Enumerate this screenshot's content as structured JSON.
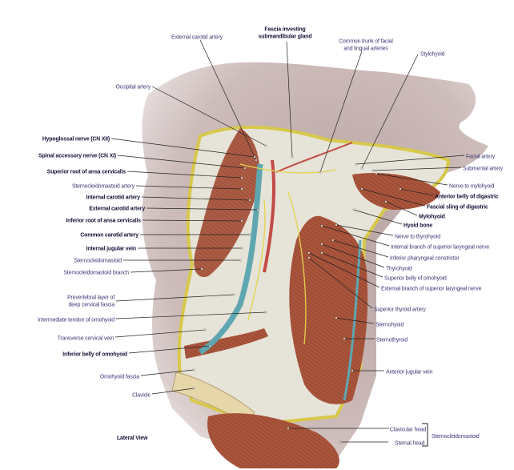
{
  "figure": {
    "view_label": "Lateral View",
    "colors": {
      "skin": "#c9b8b6",
      "muscle": "#a4513a",
      "vein": "#5fa7b0",
      "fascia": "#e8e6dc",
      "fat": "#d9c94a",
      "bold_text": "#15153a",
      "regular_text": "#3b3b78"
    },
    "top": [
      {
        "lines": [
          "External carotid artery"
        ],
        "bold": false
      },
      {
        "lines": [
          "Fascia investing",
          "submandibular gland"
        ],
        "bold": true
      },
      {
        "lines": [
          "Common trunk of facial",
          "and lingual arteries"
        ],
        "bold": false
      },
      {
        "lines": [
          "Stylohyoid"
        ],
        "bold": false
      }
    ],
    "left": [
      {
        "lines": [
          "Occipital artery"
        ],
        "bold": false
      },
      {
        "lines": [
          "Hypoglossal nerve (CN XII)"
        ],
        "bold": true
      },
      {
        "lines": [
          "Spinal accessory nerve (CN XI)"
        ],
        "bold": true
      },
      {
        "lines": [
          "Superior root of ansa cervicalis"
        ],
        "bold": true
      },
      {
        "lines": [
          "Sternocleidomastoid artery"
        ],
        "bold": false
      },
      {
        "lines": [
          "Internal carotid artery"
        ],
        "bold": true
      },
      {
        "lines": [
          "External carotid artery"
        ],
        "bold": true
      },
      {
        "lines": [
          "Inferior root of ansa cervicalis"
        ],
        "bold": true
      },
      {
        "lines": [
          "Common carotid artery"
        ],
        "bold": true
      },
      {
        "lines": [
          "Internal jugular vein"
        ],
        "bold": true
      },
      {
        "lines": [
          "Sternocleidomastoid"
        ],
        "bold": false
      },
      {
        "lines": [
          "Sternocleidomastoid branch"
        ],
        "bold": false
      },
      {
        "lines": [
          "Prevertebral layer of",
          "deep cervical fascia"
        ],
        "bold": false
      },
      {
        "lines": [
          "Intermediate tendon of omohyoid"
        ],
        "bold": false
      },
      {
        "lines": [
          "Transverse cervical vein"
        ],
        "bold": false
      },
      {
        "lines": [
          "Inferior belly of omohyoid"
        ],
        "bold": true
      },
      {
        "lines": [
          "Omohyoid fascia"
        ],
        "bold": false
      },
      {
        "lines": [
          "Clavicle"
        ],
        "bold": false
      }
    ],
    "right": [
      {
        "lines": [
          "Facial artery"
        ],
        "bold": false
      },
      {
        "lines": [
          "Submental artery"
        ],
        "bold": false
      },
      {
        "lines": [
          "Nerve to mylohyoid"
        ],
        "bold": false
      },
      {
        "lines": [
          "Anterior belly of digastric"
        ],
        "bold": true
      },
      {
        "lines": [
          "Fascial sling of digastric"
        ],
        "bold": true
      },
      {
        "lines": [
          "Mylohyoid"
        ],
        "bold": true
      },
      {
        "lines": [
          "Hyoid bone"
        ],
        "bold": true
      },
      {
        "lines": [
          "Nerve to thyrohyoid"
        ],
        "bold": false
      },
      {
        "lines": [
          "Internal branch of superior laryngeal nerve"
        ],
        "bold": false
      },
      {
        "lines": [
          "Inferior pharyngeal constrictor"
        ],
        "bold": false
      },
      {
        "lines": [
          "Thyrohyoid"
        ],
        "bold": false
      },
      {
        "lines": [
          "Superior belly of omohyoid"
        ],
        "bold": false
      },
      {
        "lines": [
          "External branch of superior laryngeal nerve"
        ],
        "bold": false
      },
      {
        "lines": [
          "Superior thyroid artery"
        ],
        "bold": false
      },
      {
        "lines": [
          "Sternohyoid"
        ],
        "bold": false
      },
      {
        "lines": [
          "Sternothyroid"
        ],
        "bold": false
      },
      {
        "lines": [
          "Anterior jugular vein"
        ],
        "bold": false
      },
      {
        "lines": [
          "Clavicular head"
        ],
        "bold": false
      },
      {
        "lines": [
          "Sternal head"
        ],
        "bold": false
      }
    ],
    "group_label": "Sternocleidomastoid"
  }
}
